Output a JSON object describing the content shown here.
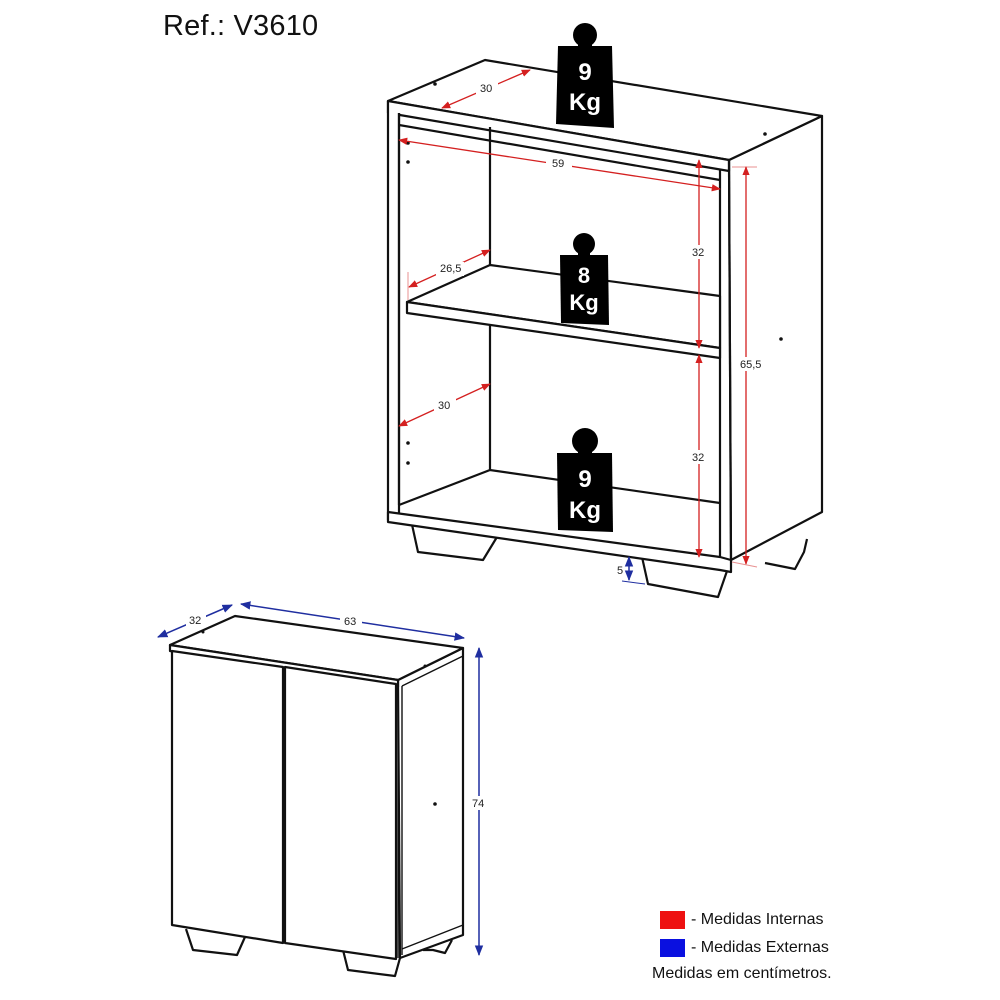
{
  "title": "Ref.: V3610",
  "open_view": {
    "dimensions_internal": {
      "top_depth": "30",
      "internal_width": "59",
      "shelf_depth": "26,5",
      "lower_depth": "30",
      "upper_height": "32",
      "lower_height": "32",
      "total_internal_height": "65,5"
    },
    "dimensions_external": {
      "foot_height": "5"
    },
    "weights": [
      {
        "location": "top",
        "value": "9",
        "unit": "Kg"
      },
      {
        "location": "shelf",
        "value": "8",
        "unit": "Kg"
      },
      {
        "location": "bottom",
        "value": "9",
        "unit": "Kg"
      }
    ]
  },
  "closed_view": {
    "dimensions_external": {
      "depth": "32",
      "width": "63",
      "height": "74"
    }
  },
  "legend": {
    "items": [
      {
        "label": "- Medidas Internas",
        "color": "#ee1111"
      },
      {
        "label": "- Medidas Externas",
        "color": "#0a10e0"
      }
    ],
    "note": "Medidas em centímetros."
  },
  "colors": {
    "internal_dim": "#d42020",
    "external_dim": "#1f2ea0",
    "line": "#111111",
    "weight_icon": "#000000"
  }
}
